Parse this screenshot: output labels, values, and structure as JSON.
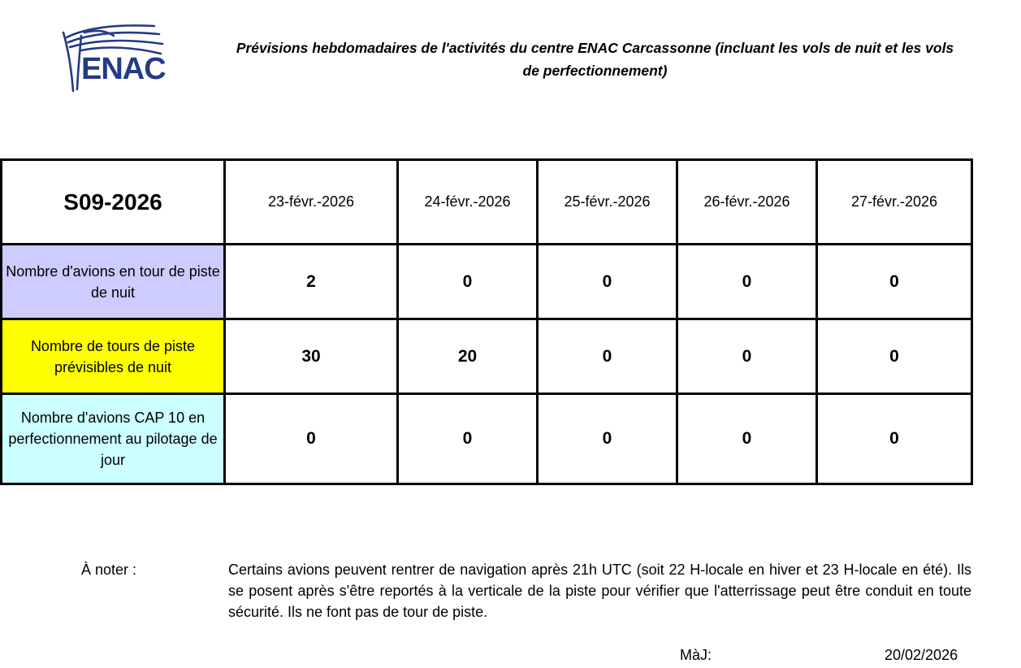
{
  "logo": {
    "text": "ENAC",
    "color": "#243a85"
  },
  "title": "Prévisions hebdomadaires de l'activités du centre ENAC Carcassonne (incluant les vols de nuit et les vols de perfectionnement)",
  "table": {
    "week": "S09-2026",
    "dates": [
      "23-févr.-2026",
      "24-févr.-2026",
      "25-févr.-2026",
      "26-févr.-2026",
      "27-févr.-2026"
    ],
    "rows": [
      {
        "label": "Nombre d'avions en tour de piste de nuit",
        "color": "#ccccff",
        "values": [
          "2",
          "0",
          "0",
          "0",
          "0"
        ]
      },
      {
        "label": "Nombre de tours de piste prévisibles de nuit",
        "color": "#ffff00",
        "values": [
          "30",
          "20",
          "0",
          "0",
          "0"
        ]
      },
      {
        "label": "Nombre d'avions CAP 10 en perfectionnement au pilotage de jour",
        "color": "#ccffff",
        "values": [
          "0",
          "0",
          "0",
          "0",
          "0"
        ]
      }
    ]
  },
  "note": {
    "label": "À noter :",
    "text": "Certains avions peuvent rentrer de navigation après 21h UTC (soit 22 H-locale en hiver et 23 H-locale en été).  Ils se posent après s'être reportés à la verticale de la piste pour vérifier que l'atterrissage peut être conduit en toute sécurité. Ils ne font pas de tour de piste."
  },
  "update": {
    "label": "MàJ:",
    "date": "20/02/2026"
  }
}
